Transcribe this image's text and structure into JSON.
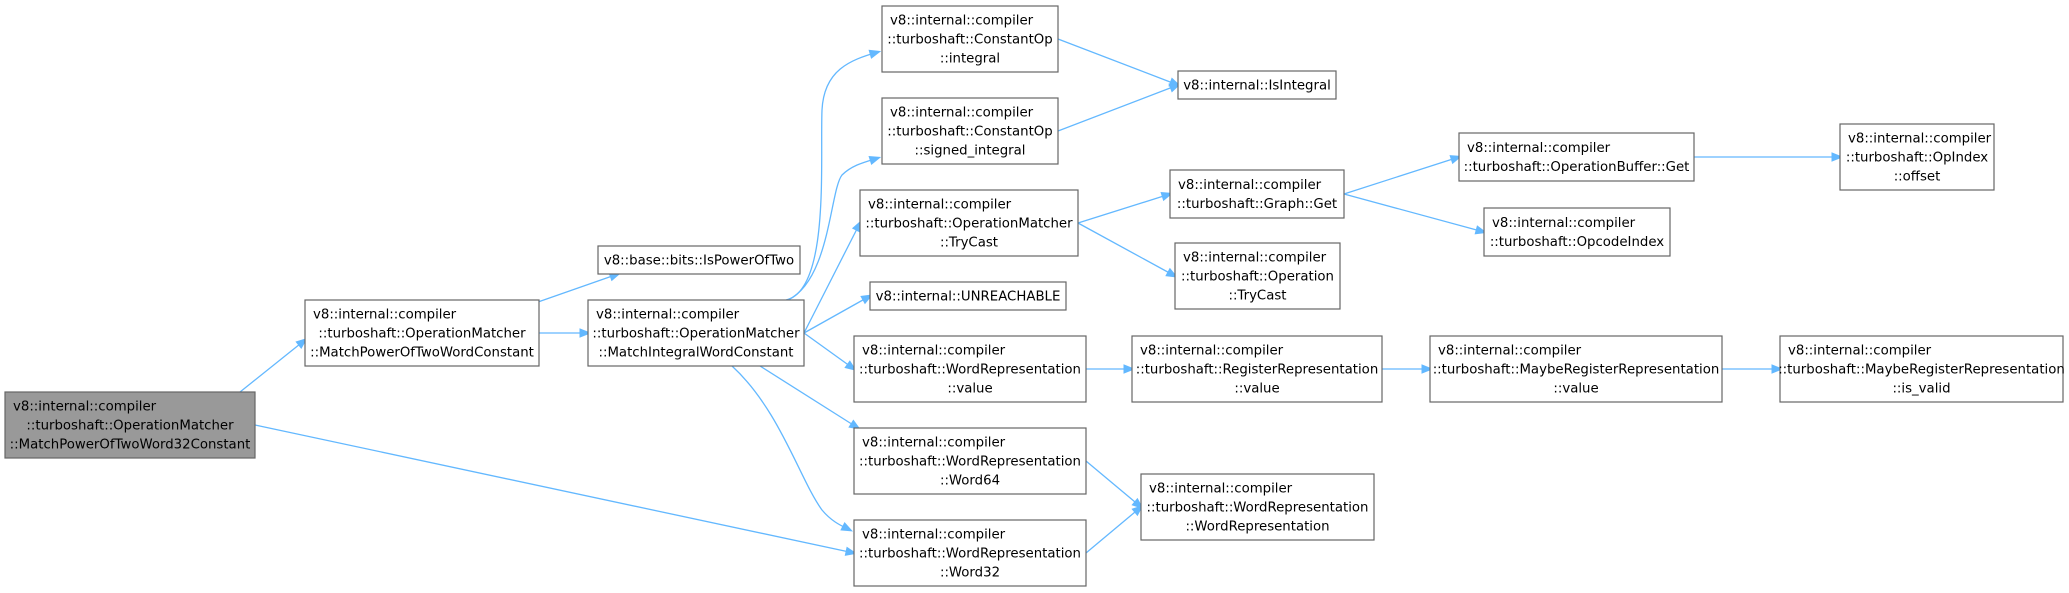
{
  "colors": {
    "edge": "#63b8ff",
    "node_border": "#666666",
    "root_fill": "#999999",
    "node_fill": "#ffffff"
  },
  "nodes": [
    {
      "id": "n1",
      "lines": [
        "v8::internal::compiler",
        "::turboshaft::OperationMatcher",
        "::MatchPowerOfTwoWord32Constant"
      ],
      "root": true
    },
    {
      "id": "n2",
      "lines": [
        "v8::internal::compiler",
        "::turboshaft::OperationMatcher",
        "::MatchPowerOfTwoWordConstant"
      ]
    },
    {
      "id": "n3",
      "lines": [
        "v8::base::bits::IsPowerOfTwo"
      ]
    },
    {
      "id": "n4",
      "lines": [
        "v8::internal::compiler",
        "::turboshaft::OperationMatcher",
        "::MatchIntegralWordConstant"
      ]
    },
    {
      "id": "n5",
      "lines": [
        "v8::internal::compiler",
        "::turboshaft::ConstantOp",
        "::integral"
      ]
    },
    {
      "id": "n6",
      "lines": [
        "v8::internal::compiler",
        "::turboshaft::ConstantOp",
        "::signed_integral"
      ]
    },
    {
      "id": "n7",
      "lines": [
        "v8::internal::compiler",
        "::turboshaft::OperationMatcher",
        "::TryCast"
      ]
    },
    {
      "id": "n8",
      "lines": [
        "v8::internal::UNREACHABLE"
      ]
    },
    {
      "id": "n9",
      "lines": [
        "v8::internal::compiler",
        "::turboshaft::WordRepresentation",
        "::value"
      ]
    },
    {
      "id": "n10",
      "lines": [
        "v8::internal::compiler",
        "::turboshaft::WordRepresentation",
        "::Word64"
      ]
    },
    {
      "id": "n11",
      "lines": [
        "v8::internal::compiler",
        "::turboshaft::WordRepresentation",
        "::Word32"
      ]
    },
    {
      "id": "n12",
      "lines": [
        "v8::internal::IsIntegral"
      ]
    },
    {
      "id": "n13",
      "lines": [
        "v8::internal::compiler",
        "::turboshaft::Graph::Get"
      ]
    },
    {
      "id": "n14",
      "lines": [
        "v8::internal::compiler",
        "::turboshaft::Operation",
        "::TryCast"
      ]
    },
    {
      "id": "n15",
      "lines": [
        "v8::internal::compiler",
        "::turboshaft::RegisterRepresentation",
        "::value"
      ]
    },
    {
      "id": "n16",
      "lines": [
        "v8::internal::compiler",
        "::turboshaft::WordRepresentation",
        "::WordRepresentation"
      ]
    },
    {
      "id": "n17",
      "lines": [
        "v8::internal::compiler",
        "::turboshaft::OperationBuffer::Get"
      ]
    },
    {
      "id": "n18",
      "lines": [
        "v8::internal::compiler",
        "::turboshaft::OpcodeIndex"
      ]
    },
    {
      "id": "n19",
      "lines": [
        "v8::internal::compiler",
        "::turboshaft::MaybeRegisterRepresentation",
        "::value"
      ]
    },
    {
      "id": "n20",
      "lines": [
        "v8::internal::compiler",
        "::turboshaft::OpIndex",
        "::offset"
      ]
    },
    {
      "id": "n21",
      "lines": [
        "v8::internal::compiler",
        "::turboshaft::MaybeRegisterRepresentation",
        "::is_valid"
      ]
    }
  ],
  "edges": [
    {
      "from": "n1",
      "to": "n2"
    },
    {
      "from": "n1",
      "to": "n11"
    },
    {
      "from": "n2",
      "to": "n3"
    },
    {
      "from": "n2",
      "to": "n4"
    },
    {
      "from": "n4",
      "to": "n5"
    },
    {
      "from": "n4",
      "to": "n6"
    },
    {
      "from": "n4",
      "to": "n7"
    },
    {
      "from": "n4",
      "to": "n8"
    },
    {
      "from": "n4",
      "to": "n9"
    },
    {
      "from": "n4",
      "to": "n10"
    },
    {
      "from": "n4",
      "to": "n11"
    },
    {
      "from": "n5",
      "to": "n12"
    },
    {
      "from": "n6",
      "to": "n12"
    },
    {
      "from": "n7",
      "to": "n13"
    },
    {
      "from": "n7",
      "to": "n14"
    },
    {
      "from": "n13",
      "to": "n17"
    },
    {
      "from": "n13",
      "to": "n18"
    },
    {
      "from": "n17",
      "to": "n20"
    },
    {
      "from": "n9",
      "to": "n15"
    },
    {
      "from": "n15",
      "to": "n19"
    },
    {
      "from": "n19",
      "to": "n21"
    },
    {
      "from": "n10",
      "to": "n16"
    },
    {
      "from": "n11",
      "to": "n16"
    }
  ]
}
